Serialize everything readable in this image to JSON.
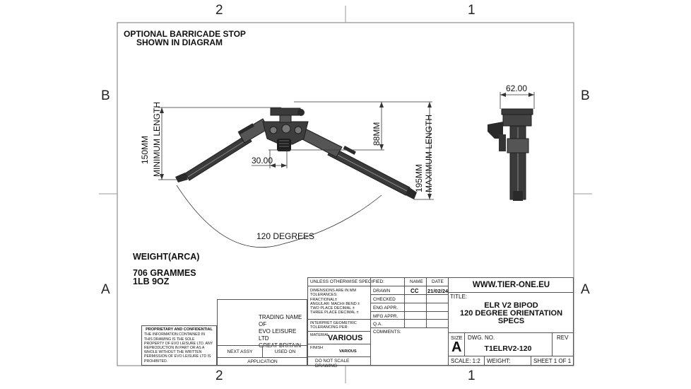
{
  "zones": {
    "top_left": "2",
    "top_right": "1",
    "bottom_left": "2",
    "bottom_right": "1",
    "left_upper": "B",
    "left_lower": "A",
    "right_upper": "B",
    "right_lower": "A"
  },
  "notes": {
    "barricade_line1": "OPTIONAL BARRICADE STOP",
    "barricade_line2": "SHOWN IN DIAGRAM"
  },
  "weight": {
    "heading": "WEIGHT(ARCA)",
    "grammes": "706 GRAMMES",
    "pounds": "1LB 9OZ"
  },
  "dimensions": {
    "min_length_value": "150MM",
    "min_length_label": "MINIMUM LENGTH",
    "max_length_value": "195MM",
    "max_length_label": "MAXIMUM LENGTH",
    "height": "88MM",
    "foot_width": "30.00",
    "side_width": "62.00",
    "angle": "120 DEGREES"
  },
  "proprietary": {
    "title": "PROPRIETARY AND CONFIDENTIAL",
    "body": "THE INFORMATION CONTAINED IN THIS DRAWING IS THE SOLE PROPERTY OF EVO LEISURE LTD.  ANY REPRODUCTION IN PART OR AS A WHOLE WITHOUT THE WRITTEN PERMISSION OF EVO LEISURE LTD IS PROHIBITED."
  },
  "trading": {
    "line1": "TRADING NAME OF",
    "line2": "EVO LEISURE LTD",
    "line3": "GREAT BRITAIN"
  },
  "usage": {
    "next_assy": "NEXT ASSY",
    "used_on": "USED ON",
    "application": "APPLICATION"
  },
  "tolerances": {
    "unless": "UNLESS OTHERWISE SPECIFIED:",
    "dims_mm": "DIMENSIONS ARE IN MM",
    "tolerances": "TOLERANCES:",
    "fractional": "FRACTIONAL±",
    "angular": "ANGULAR: MACH±    BEND ±",
    "two_place": "TWO PLACE DECIMAL    ±",
    "three_place": "THREE PLACE DECIMAL   ±",
    "interpret": "INTERPRET GEOMETRIC TOLERANCING PER:",
    "material_label": "MATERIAL",
    "material_value": "VARIOUS",
    "finish_label": "FINISH",
    "finish_value": "VARIOUS",
    "no_scale": "DO NOT SCALE DRAWING"
  },
  "approvals": {
    "name_header": "NAME",
    "date_header": "DATE",
    "drawn": "DRAWN",
    "drawn_name": "CC",
    "drawn_date": "21/02/24",
    "checked": "CHECKED",
    "eng": "ENG APPR.",
    "mfg": "MFG APPR.",
    "qa": "Q.A.",
    "comments": "COMMENTS:"
  },
  "title_block": {
    "website": "WWW.TIER-ONE.EU",
    "title_label": "TITLE:",
    "title_line1": "ELR V2 BIPOD",
    "title_line2": "120 DEGREE ORIENTATION",
    "title_line3": "SPECS",
    "size_label": "SIZE",
    "size_value": "A",
    "dwg_label": "DWG.  NO.",
    "dwg_value": "T1ELRV2-120",
    "rev_label": "REV",
    "scale": "SCALE: 1:2",
    "weight": "WEIGHT:",
    "sheet": "SHEET 1 OF 1"
  },
  "colors": {
    "line": "#555555",
    "body": "#3a3a3a",
    "dark": "#1e1e1e"
  }
}
